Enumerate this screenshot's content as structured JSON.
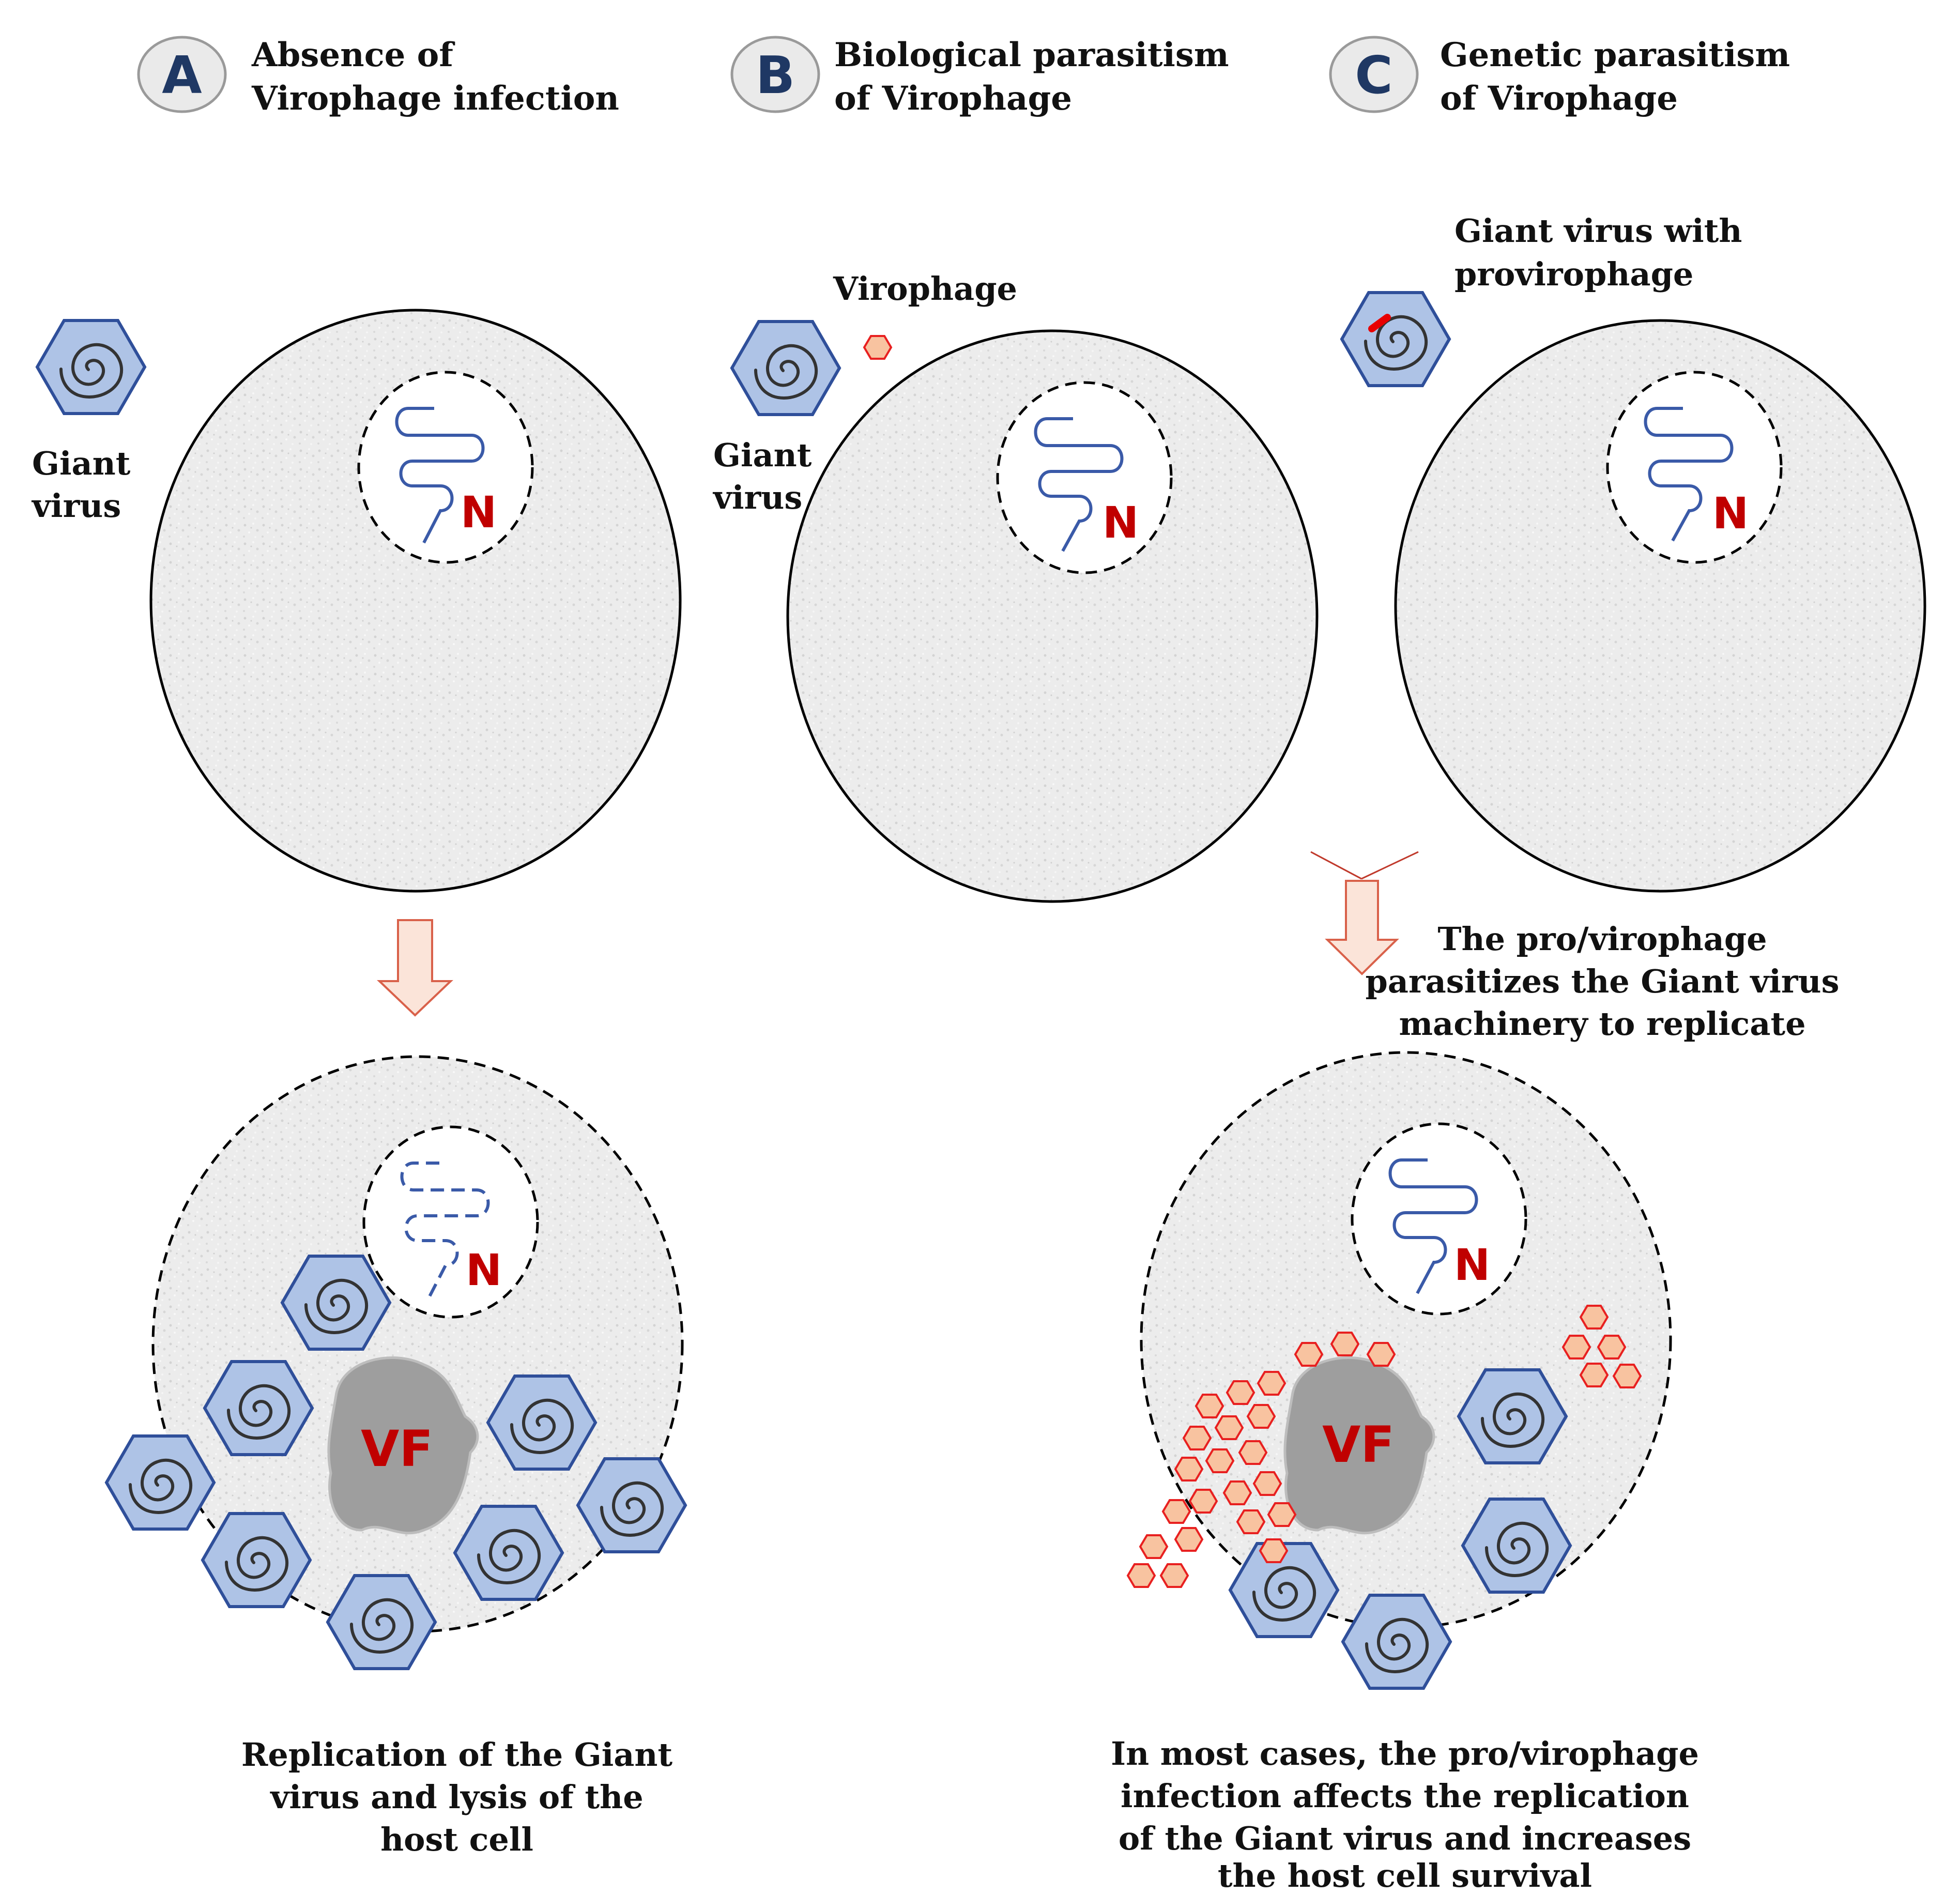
{
  "panels": {
    "a": {
      "letter": "A",
      "title_line1": "Absence of",
      "title_line2": "Virophage infection"
    },
    "b": {
      "letter": "B",
      "title_line1": "Biological parasitism",
      "title_line2": "of Virophage"
    },
    "c": {
      "letter": "C",
      "title_line1": "Genetic parasitism",
      "title_line2": "of Virophage"
    }
  },
  "labels": {
    "giant_virus_a": [
      "Giant",
      "virus"
    ],
    "giant_virus_b": [
      "Giant",
      "virus"
    ],
    "virophage": "Virophage",
    "giant_with_provirophage": [
      "Giant virus with",
      "provirophage"
    ],
    "nucleus": "N",
    "viral_factory": "VF"
  },
  "captions": {
    "c_middle": [
      "The pro/virophage",
      "parasitizes the Giant virus",
      "machinery to replicate"
    ],
    "a_bottom": [
      "Replication of the Giant",
      "virus and lysis of the",
      "host cell"
    ],
    "c_bottom": [
      "In most cases, the pro/virophage",
      "infection affects the replication",
      "of the Giant virus and increases",
      "the host cell survival"
    ]
  },
  "colors": {
    "badge_fill": "#eaeaea",
    "badge_text": "#1f3864",
    "cell_fill": "#ececec",
    "virus_fill": "#aec3e6",
    "virus_stroke": "#2f4f9a",
    "virophage_fill": "#f8c3a0",
    "virophage_stroke": "#e82020",
    "label_red": "#c00000",
    "arrow_fill": "#fbe4d9",
    "arrow_stroke": "#d9614a",
    "vf_fill": "#9e9e9e"
  }
}
